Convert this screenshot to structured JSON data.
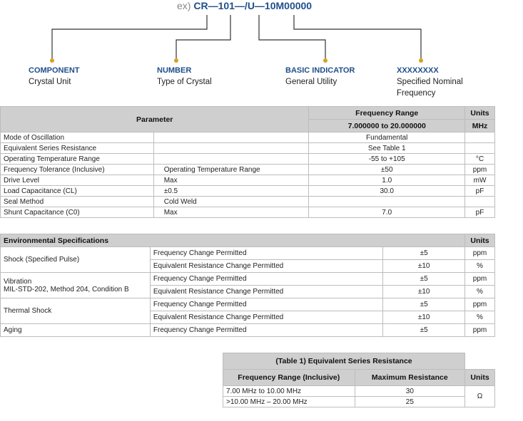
{
  "part_number": {
    "prefix": "ex)",
    "code": "CR—101—/U—10M00000"
  },
  "labels": [
    {
      "head": "COMPONENT",
      "line1": "Crystal Unit",
      "line2": ""
    },
    {
      "head": "NUMBER",
      "line1": "Type of Crystal",
      "line2": ""
    },
    {
      "head": "BASIC INDICATOR",
      "line1": "General Utility",
      "line2": ""
    },
    {
      "head": "XXXXXXXX",
      "line1": "Specified Nominal",
      "line2": "Frequency"
    }
  ],
  "spec_table": {
    "header_param": "Parameter",
    "header_freq": "Frequency Range",
    "header_units": "Units",
    "freq_range": "7.000000 to 20.000000",
    "freq_units": "MHz",
    "rows": [
      {
        "param": "Mode of Oscillation",
        "cond": "",
        "value": "Fundamental",
        "unit": ""
      },
      {
        "param": "Equivalent Series Resistance",
        "cond": "",
        "value": "See Table 1",
        "unit": ""
      },
      {
        "param": "Operating Temperature Range",
        "cond": "",
        "value": "-55 to +105",
        "unit": "°C"
      },
      {
        "param": "Frequency Tolerance (Inclusive)",
        "cond": "Operating Temperature Range",
        "value": "±50",
        "unit": "ppm"
      },
      {
        "param": "Drive Level",
        "cond": "Max",
        "value": "1.0",
        "unit": "mW"
      },
      {
        "param": "Load Capacitance (CL)",
        "cond": "±0.5",
        "value": "30.0",
        "unit": "pF"
      },
      {
        "param": "Seal Method",
        "cond": "Cold Weld",
        "value": "",
        "unit": ""
      },
      {
        "param": "Shunt Capacitance (C0)",
        "cond": "Max",
        "value": "7.0",
        "unit": "pF"
      }
    ]
  },
  "env_table": {
    "header": "Environmental Specifications",
    "header_units": "Units",
    "freq_change": "Frequency Change Permitted",
    "res_change": "Equivalent Resistance Change Permitted",
    "shock": "Shock (Specified Pulse)",
    "vibration": "Vibration",
    "vibration_std": "MIL-STD-202, Method 204, Condition B",
    "thermal": "Thermal Shock",
    "aging": "Aging",
    "v5": "±5",
    "v10": "±10",
    "ppm": "ppm",
    "pct": "%"
  },
  "esr_table": {
    "title": "(Table 1) Equivalent Series Resistance",
    "col1": "Frequency Range (Inclusive)",
    "col2": "Maximum Resistance",
    "col3": "Units",
    "r1_range": "7.00 MHz to 10.00 MHz",
    "r1_value": "30",
    "r2_range": ">10.00 MHz – 20.00 MHz",
    "r2_value": "25",
    "unit": "Ω"
  },
  "colors": {
    "accent": "#1f4e8c",
    "dot": "#d9a21b",
    "header_bg": "#cfcfcf"
  }
}
